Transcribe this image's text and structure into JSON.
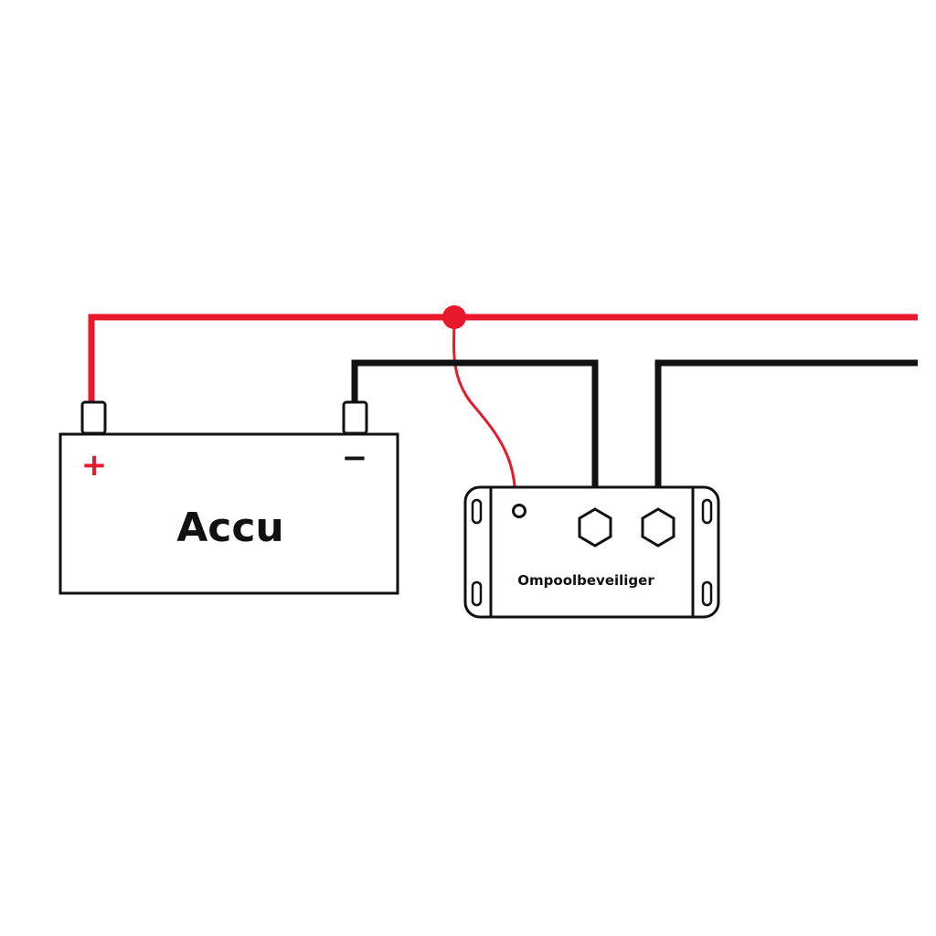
{
  "battery": {
    "label": "Accu",
    "positive_sign": "+",
    "negative_sign": "−"
  },
  "device": {
    "label": "Ompoolbeveiliger"
  },
  "colors": {
    "positive_wire": "#e8192c",
    "negative_wire": "#111111",
    "outline": "#111111",
    "positive_sign": "#e8192c",
    "negative_sign": "#111111"
  },
  "icons": {
    "junction": "junction-dot",
    "device_terminal": "hex-nut"
  }
}
